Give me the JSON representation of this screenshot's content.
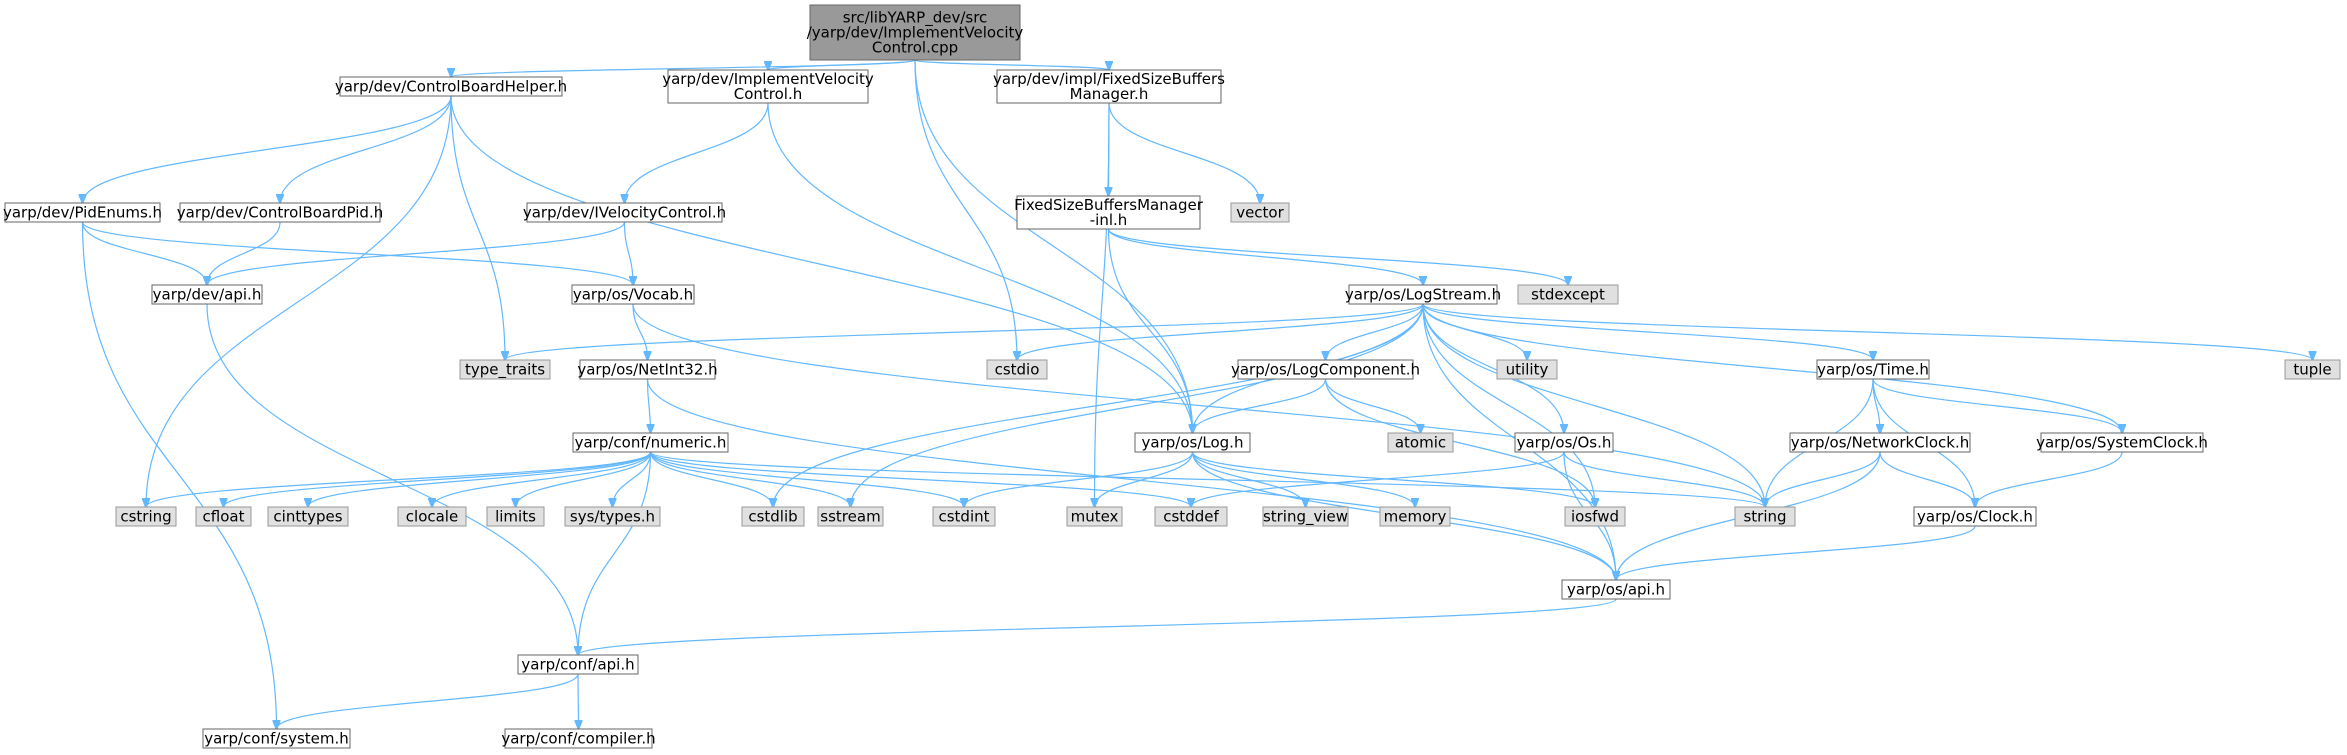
{
  "diagram": {
    "edge_color": "#63b8ff",
    "root_fill": "#999999",
    "external_fill": "#e0e0e0",
    "nodes": [
      {
        "id": "root",
        "label": [
          "src/libYARP_dev/src",
          "/yarp/dev/ImplementVelocity",
          "Control.cpp"
        ],
        "kind": "root"
      },
      {
        "id": "cbh",
        "label": [
          "yarp/dev/ControlBoardHelper.h"
        ],
        "kind": "normal"
      },
      {
        "id": "ivch",
        "label": [
          "yarp/dev/ImplementVelocity",
          "Control.h"
        ],
        "kind": "normal"
      },
      {
        "id": "fsbm",
        "label": [
          "yarp/dev/impl/FixedSizeBuffers",
          "Manager.h"
        ],
        "kind": "normal"
      },
      {
        "id": "pidenums",
        "label": [
          "yarp/dev/PidEnums.h"
        ],
        "kind": "normal"
      },
      {
        "id": "cbpid",
        "label": [
          "yarp/dev/ControlBoardPid.h"
        ],
        "kind": "normal"
      },
      {
        "id": "ivc",
        "label": [
          "yarp/dev/IVelocityControl.h"
        ],
        "kind": "normal"
      },
      {
        "id": "fsbminl",
        "label": [
          "FixedSizeBuffersManager",
          "-inl.h"
        ],
        "kind": "normal"
      },
      {
        "id": "vector",
        "label": [
          "vector"
        ],
        "kind": "external"
      },
      {
        "id": "devapi",
        "label": [
          "yarp/dev/api.h"
        ],
        "kind": "normal"
      },
      {
        "id": "vocab",
        "label": [
          "yarp/os/Vocab.h"
        ],
        "kind": "normal"
      },
      {
        "id": "stdexcept",
        "label": [
          "stdexcept"
        ],
        "kind": "external"
      },
      {
        "id": "logstream",
        "label": [
          "yarp/os/LogStream.h"
        ],
        "kind": "normal"
      },
      {
        "id": "typetraits",
        "label": [
          "type_traits"
        ],
        "kind": "external"
      },
      {
        "id": "netint",
        "label": [
          "yarp/os/NetInt32.h"
        ],
        "kind": "normal"
      },
      {
        "id": "cstdio",
        "label": [
          "cstdio"
        ],
        "kind": "external"
      },
      {
        "id": "logcomp",
        "label": [
          "yarp/os/LogComponent.h"
        ],
        "kind": "normal"
      },
      {
        "id": "utility",
        "label": [
          "utility"
        ],
        "kind": "external"
      },
      {
        "id": "time",
        "label": [
          "yarp/os/Time.h"
        ],
        "kind": "normal"
      },
      {
        "id": "tuple",
        "label": [
          "tuple"
        ],
        "kind": "external"
      },
      {
        "id": "numeric",
        "label": [
          "yarp/conf/numeric.h"
        ],
        "kind": "normal"
      },
      {
        "id": "log",
        "label": [
          "yarp/os/Log.h"
        ],
        "kind": "normal"
      },
      {
        "id": "atomic",
        "label": [
          "atomic"
        ],
        "kind": "external"
      },
      {
        "id": "os",
        "label": [
          "yarp/os/Os.h"
        ],
        "kind": "normal"
      },
      {
        "id": "netclock",
        "label": [
          "yarp/os/NetworkClock.h"
        ],
        "kind": "normal"
      },
      {
        "id": "sysclock",
        "label": [
          "yarp/os/SystemClock.h"
        ],
        "kind": "normal"
      },
      {
        "id": "cstring",
        "label": [
          "cstring"
        ],
        "kind": "external"
      },
      {
        "id": "cfloat",
        "label": [
          "cfloat"
        ],
        "kind": "external"
      },
      {
        "id": "cinttypes",
        "label": [
          "cinttypes"
        ],
        "kind": "external"
      },
      {
        "id": "clocale",
        "label": [
          "clocale"
        ],
        "kind": "external"
      },
      {
        "id": "limits",
        "label": [
          "limits"
        ],
        "kind": "external"
      },
      {
        "id": "systypes",
        "label": [
          "sys/types.h"
        ],
        "kind": "external"
      },
      {
        "id": "cstdlib",
        "label": [
          "cstdlib"
        ],
        "kind": "external"
      },
      {
        "id": "sstream",
        "label": [
          "sstream"
        ],
        "kind": "external"
      },
      {
        "id": "cstdint",
        "label": [
          "cstdint"
        ],
        "kind": "external"
      },
      {
        "id": "mutex",
        "label": [
          "mutex"
        ],
        "kind": "external"
      },
      {
        "id": "cstddef",
        "label": [
          "cstddef"
        ],
        "kind": "external"
      },
      {
        "id": "stringview",
        "label": [
          "string_view"
        ],
        "kind": "external"
      },
      {
        "id": "memory",
        "label": [
          "memory"
        ],
        "kind": "external"
      },
      {
        "id": "iosfwd",
        "label": [
          "iosfwd"
        ],
        "kind": "external"
      },
      {
        "id": "string",
        "label": [
          "string"
        ],
        "kind": "external"
      },
      {
        "id": "clock",
        "label": [
          "yarp/os/Clock.h"
        ],
        "kind": "normal"
      },
      {
        "id": "osapi",
        "label": [
          "yarp/os/api.h"
        ],
        "kind": "normal"
      },
      {
        "id": "confapi",
        "label": [
          "yarp/conf/api.h"
        ],
        "kind": "normal"
      },
      {
        "id": "system",
        "label": [
          "yarp/conf/system.h"
        ],
        "kind": "normal"
      },
      {
        "id": "compiler",
        "label": [
          "yarp/conf/compiler.h"
        ],
        "kind": "normal"
      }
    ],
    "edges": [
      [
        "root",
        "cbh"
      ],
      [
        "root",
        "ivch"
      ],
      [
        "root",
        "fsbm"
      ],
      [
        "root",
        "log"
      ],
      [
        "root",
        "cstdio"
      ],
      [
        "cbh",
        "pidenums"
      ],
      [
        "cbh",
        "cbpid"
      ],
      [
        "cbh",
        "typetraits"
      ],
      [
        "cbh",
        "log"
      ],
      [
        "cbh",
        "cstring"
      ],
      [
        "ivch",
        "ivc"
      ],
      [
        "ivch",
        "log"
      ],
      [
        "fsbm",
        "fsbminl"
      ],
      [
        "fsbm",
        "vector"
      ],
      [
        "fsbm",
        "mutex"
      ],
      [
        "pidenums",
        "devapi"
      ],
      [
        "pidenums",
        "vocab"
      ],
      [
        "pidenums",
        "system"
      ],
      [
        "cbpid",
        "devapi"
      ],
      [
        "ivc",
        "devapi"
      ],
      [
        "ivc",
        "vocab"
      ],
      [
        "fsbminl",
        "log"
      ],
      [
        "fsbminl",
        "logstream"
      ],
      [
        "fsbminl",
        "stdexcept"
      ],
      [
        "devapi",
        "confapi"
      ],
      [
        "vocab",
        "netint"
      ],
      [
        "vocab",
        "string"
      ],
      [
        "netint",
        "numeric"
      ],
      [
        "netint",
        "osapi"
      ],
      [
        "logstream",
        "typetraits"
      ],
      [
        "logstream",
        "cstdio"
      ],
      [
        "logstream",
        "logcomp"
      ],
      [
        "logstream",
        "utility"
      ],
      [
        "logstream",
        "time"
      ],
      [
        "logstream",
        "tuple"
      ],
      [
        "logstream",
        "log"
      ],
      [
        "logstream",
        "os"
      ],
      [
        "logstream",
        "sysclock"
      ],
      [
        "logstream",
        "cstdlib"
      ],
      [
        "logstream",
        "sstream"
      ],
      [
        "logstream",
        "iosfwd"
      ],
      [
        "logstream",
        "string"
      ],
      [
        "logstream",
        "osapi"
      ],
      [
        "logcomp",
        "log"
      ],
      [
        "logcomp",
        "atomic"
      ],
      [
        "logcomp",
        "iosfwd"
      ],
      [
        "time",
        "netclock"
      ],
      [
        "time",
        "sysclock"
      ],
      [
        "time",
        "clock"
      ],
      [
        "time",
        "string"
      ],
      [
        "numeric",
        "cstring"
      ],
      [
        "numeric",
        "cfloat"
      ],
      [
        "numeric",
        "cinttypes"
      ],
      [
        "numeric",
        "clocale"
      ],
      [
        "numeric",
        "limits"
      ],
      [
        "numeric",
        "systypes"
      ],
      [
        "numeric",
        "cstdlib"
      ],
      [
        "numeric",
        "sstream"
      ],
      [
        "numeric",
        "cstdint"
      ],
      [
        "numeric",
        "cstddef"
      ],
      [
        "numeric",
        "string"
      ],
      [
        "numeric",
        "confapi"
      ],
      [
        "log",
        "cstdint"
      ],
      [
        "log",
        "mutex"
      ],
      [
        "log",
        "stringview"
      ],
      [
        "log",
        "memory"
      ],
      [
        "log",
        "iosfwd"
      ],
      [
        "log",
        "osapi"
      ],
      [
        "os",
        "cstddef"
      ],
      [
        "os",
        "string"
      ],
      [
        "os",
        "osapi"
      ],
      [
        "netclock",
        "clock"
      ],
      [
        "netclock",
        "string"
      ],
      [
        "netclock",
        "osapi"
      ],
      [
        "sysclock",
        "clock"
      ],
      [
        "clock",
        "osapi"
      ],
      [
        "osapi",
        "confapi"
      ],
      [
        "confapi",
        "system"
      ],
      [
        "confapi",
        "compiler"
      ]
    ]
  }
}
